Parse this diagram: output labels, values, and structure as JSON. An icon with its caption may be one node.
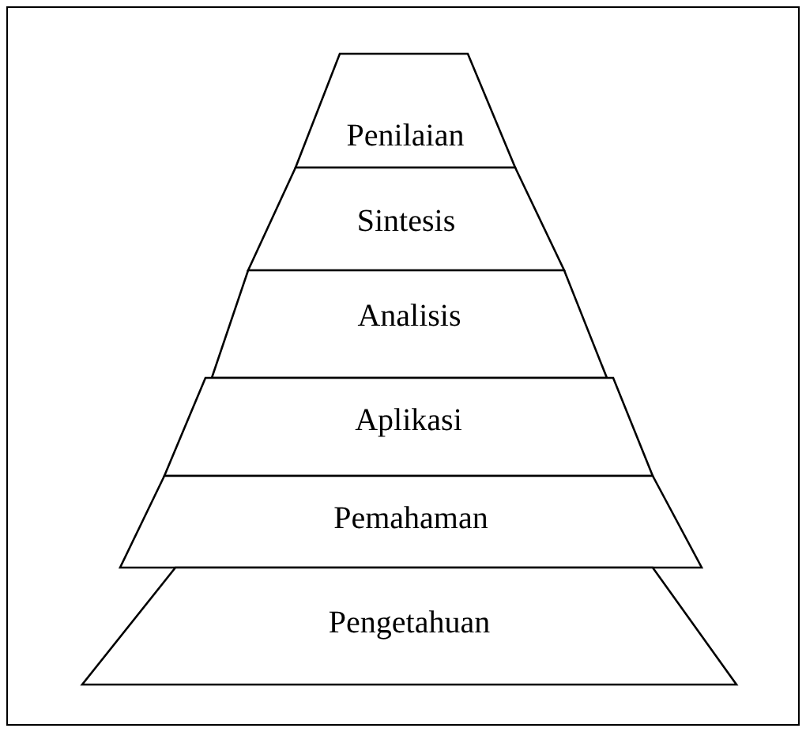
{
  "diagram": {
    "nodes": [
      {
        "text": [
          "Penilaian"
        ]
      },
      {
        "text": [
          "Sintesis"
        ]
      },
      {
        "text": [
          "Analisis"
        ]
      },
      {
        "text": [
          "Aplikasi"
        ]
      },
      {
        "text": [
          "Pemahaman"
        ]
      },
      {
        "text": [
          "Pengetahuan"
        ]
      }
    ]
  }
}
